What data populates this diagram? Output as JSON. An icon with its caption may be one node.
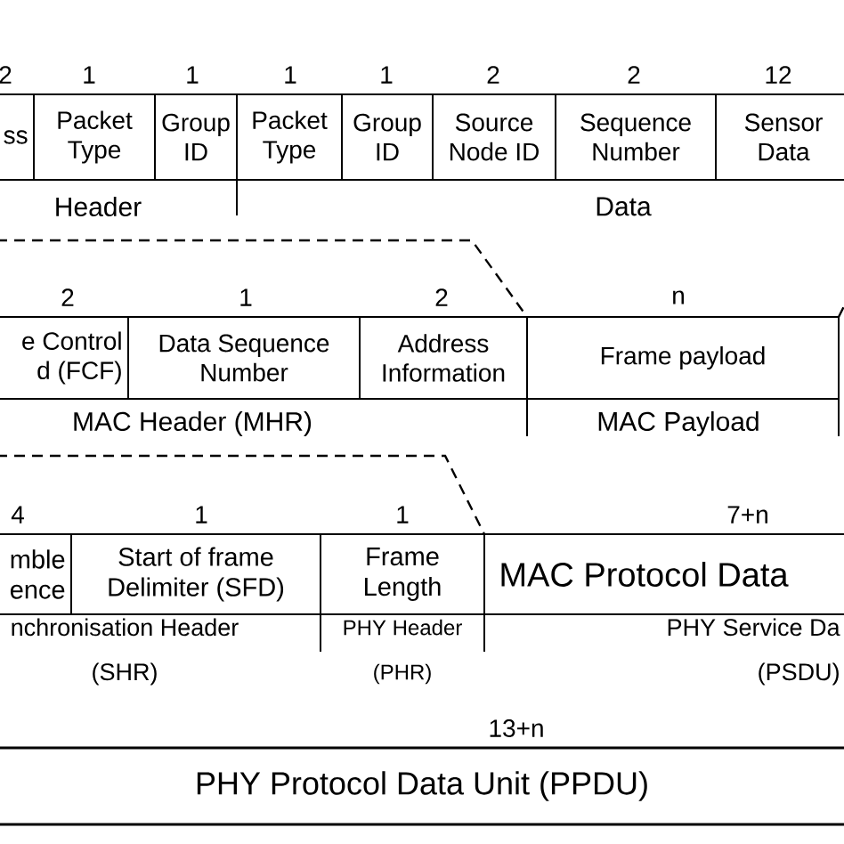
{
  "diagram": {
    "nodes": [
      {
        "text": [
          "ss"
        ],
        "beside": [
          "2"
        ]
      },
      {
        "text": [
          "Packet Type"
        ],
        "beside": [
          "1"
        ]
      },
      {
        "text": [
          "Group ID"
        ],
        "beside": [
          "1"
        ]
      },
      {
        "text": [
          "Packet Type"
        ],
        "beside": [
          "1"
        ]
      },
      {
        "text": [
          "Group ID"
        ],
        "beside": [
          "1"
        ]
      },
      {
        "text": [
          "Source Node ID"
        ],
        "beside": [
          "2"
        ]
      },
      {
        "text": [
          "Sequence Number"
        ],
        "beside": [
          "2"
        ]
      },
      {
        "text": [
          "Sensor Data"
        ],
        "beside": [
          "12"
        ]
      },
      {
        "text": [
          "e Control d (FCF)"
        ],
        "beside": [
          "2"
        ]
      },
      {
        "text": [
          "Data Sequence Number"
        ],
        "beside": [
          "1"
        ]
      },
      {
        "text": [
          "Address Information"
        ],
        "beside": [
          "2"
        ]
      },
      {
        "text": [
          "Frame payload"
        ],
        "beside": [
          "n"
        ]
      },
      {
        "text": [
          "mble ence"
        ],
        "beside": [
          "4"
        ]
      },
      {
        "text": [
          "Start of frame Delimiter (SFD)"
        ],
        "beside": [
          "1"
        ]
      },
      {
        "text": [
          "Frame Length"
        ],
        "beside": [
          "1"
        ]
      },
      {
        "text": [
          "MAC Protocol Data"
        ],
        "beside": [
          "7+n"
        ]
      },
      {
        "text": [
          "PHY Protocol Data Unit (PPDU)"
        ],
        "beside": [
          "13+n"
        ]
      }
    ],
    "labels": [
      "Header",
      "Data",
      "MAC Header (MHR)",
      "MAC Payload",
      "nchronisation Header (SHR)",
      "PHY Header (PHR)",
      "PHY Service Da (PSDU)"
    ]
  }
}
